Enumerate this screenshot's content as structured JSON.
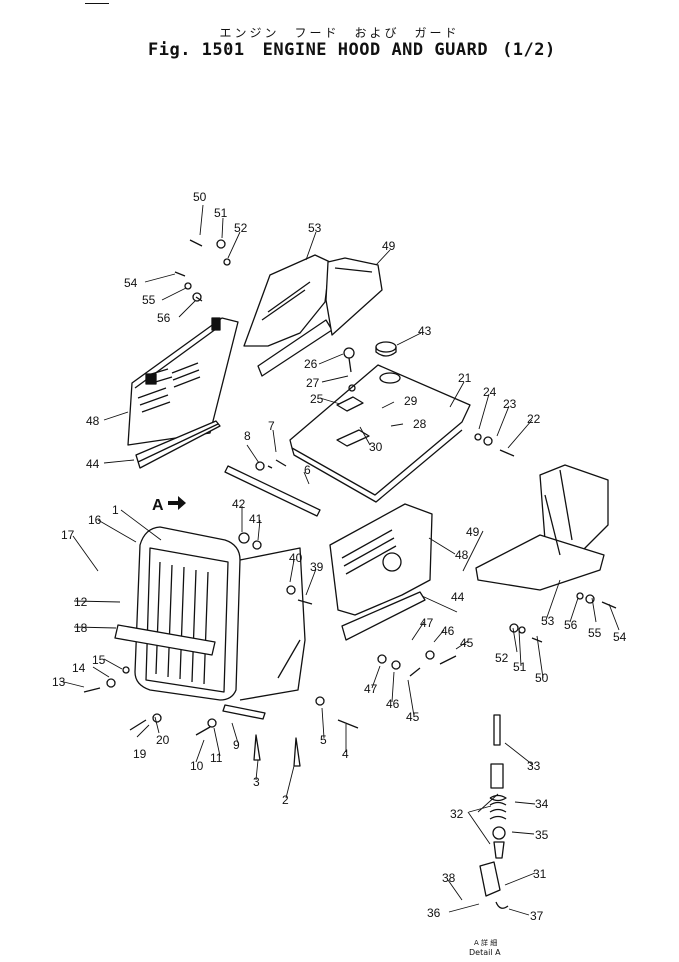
{
  "figure": {
    "title_jp": "エンジン　フード　および　ガード",
    "fig_label": "Fig. 1501",
    "title": "ENGINE HOOD AND GUARD",
    "page_part": "(1/2)",
    "detail_jp": "A 詳 細",
    "detail_label": "Detail A",
    "view_marker": "A"
  },
  "callouts": [
    {
      "num": "1"
    },
    {
      "num": "2"
    },
    {
      "num": "3"
    },
    {
      "num": "4"
    },
    {
      "num": "5"
    },
    {
      "num": "6"
    },
    {
      "num": "7"
    },
    {
      "num": "8"
    },
    {
      "num": "9"
    },
    {
      "num": "10"
    },
    {
      "num": "11"
    },
    {
      "num": "12"
    },
    {
      "num": "13"
    },
    {
      "num": "14"
    },
    {
      "num": "15"
    },
    {
      "num": "16"
    },
    {
      "num": "17"
    },
    {
      "num": "18"
    },
    {
      "num": "19"
    },
    {
      "num": "20"
    },
    {
      "num": "21"
    },
    {
      "num": "22"
    },
    {
      "num": "23"
    },
    {
      "num": "24"
    },
    {
      "num": "25"
    },
    {
      "num": "26"
    },
    {
      "num": "27"
    },
    {
      "num": "28"
    },
    {
      "num": "29"
    },
    {
      "num": "30"
    },
    {
      "num": "31"
    },
    {
      "num": "32"
    },
    {
      "num": "33"
    },
    {
      "num": "34"
    },
    {
      "num": "35"
    },
    {
      "num": "36"
    },
    {
      "num": "37"
    },
    {
      "num": "38"
    },
    {
      "num": "39"
    },
    {
      "num": "40"
    },
    {
      "num": "41"
    },
    {
      "num": "42"
    },
    {
      "num": "43"
    },
    {
      "num": "44"
    },
    {
      "num": "44"
    },
    {
      "num": "45"
    },
    {
      "num": "45"
    },
    {
      "num": "46"
    },
    {
      "num": "46"
    },
    {
      "num": "47"
    },
    {
      "num": "47"
    },
    {
      "num": "48"
    },
    {
      "num": "48"
    },
    {
      "num": "49"
    },
    {
      "num": "49"
    },
    {
      "num": "50"
    },
    {
      "num": "50"
    },
    {
      "num": "51"
    },
    {
      "num": "51"
    },
    {
      "num": "52"
    },
    {
      "num": "52"
    },
    {
      "num": "53"
    },
    {
      "num": "53"
    },
    {
      "num": "54"
    },
    {
      "num": "54"
    },
    {
      "num": "55"
    },
    {
      "num": "55"
    },
    {
      "num": "56"
    },
    {
      "num": "56"
    }
  ]
}
